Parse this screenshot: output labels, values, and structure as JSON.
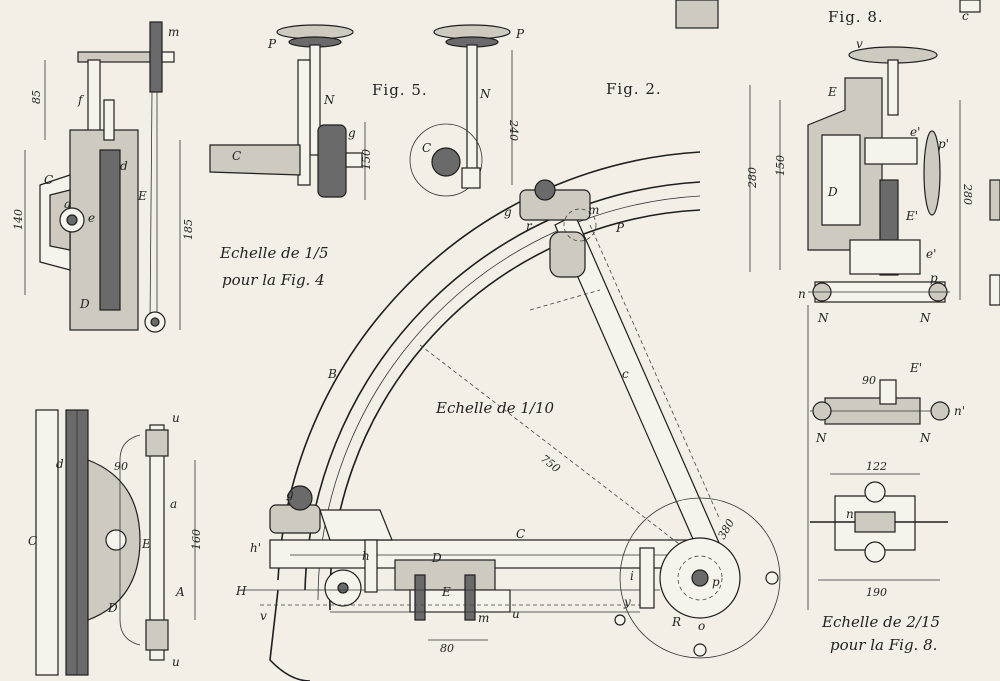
{
  "figure_labels": {
    "fig5": "Fig. 5.",
    "fig2": "Fig. 2.",
    "fig8": "Fig. 8."
  },
  "captions": {
    "scale_fig4_line1": "Echelle de 1/5",
    "scale_fig4_line2": "pour la Fig. 4",
    "scale_main": "Echelle de 1/10",
    "scale_fig8_line1": "Echelle de 2/15",
    "scale_fig8_line2": "pour la Fig. 8."
  },
  "dimensions": {
    "d85": "85",
    "d140": "140",
    "d185": "185",
    "d150a": "150",
    "d240": "240",
    "d280a": "280",
    "d150b": "150",
    "d280b": "280",
    "d750": "750",
    "d90a": "90",
    "d160": "160",
    "d80": "80",
    "d90b": "90",
    "d122": "122",
    "d190": "190",
    "d380": "380"
  },
  "letters": {
    "m": "m",
    "f": "f",
    "C1": "C",
    "E1": "E",
    "D1": "D",
    "a1": "a",
    "e1": "e",
    "d1": "d",
    "P1": "P",
    "N1": "N",
    "C2": "C",
    "g1": "g",
    "P2": "P",
    "N2": "N",
    "C3": "C",
    "g2": "g",
    "r1": "r",
    "m2": "m",
    "P3": "P",
    "B": "B",
    "c1": "c",
    "C4": "C",
    "g3": "g",
    "h1": "h'",
    "h2": "h",
    "H": "H",
    "v1": "v",
    "D2": "D",
    "E2": "E",
    "y1": "y",
    "R": "R",
    "p1": "p",
    "o": "o",
    "i": "i",
    "u1": "u",
    "m3": "m",
    "E3": "E",
    "v2": "v",
    "D3": "D",
    "e2": "e'",
    "p2": "p'",
    "E4": "E'",
    "e3": "e'",
    "p3": "p",
    "n1": "n",
    "N3": "N",
    "N4": "N",
    "E5": "E'",
    "N5": "N",
    "N6": "N",
    "n2": "n'",
    "n3": "n",
    "c2": "c",
    "u2": "u",
    "a2": "a",
    "E6": "E",
    "A": "A",
    "u3": "u",
    "d2": "d",
    "C5": "C",
    "D4": "D"
  },
  "colors": {
    "paper": "#f3efe6",
    "ink": "#1e1e1e"
  }
}
